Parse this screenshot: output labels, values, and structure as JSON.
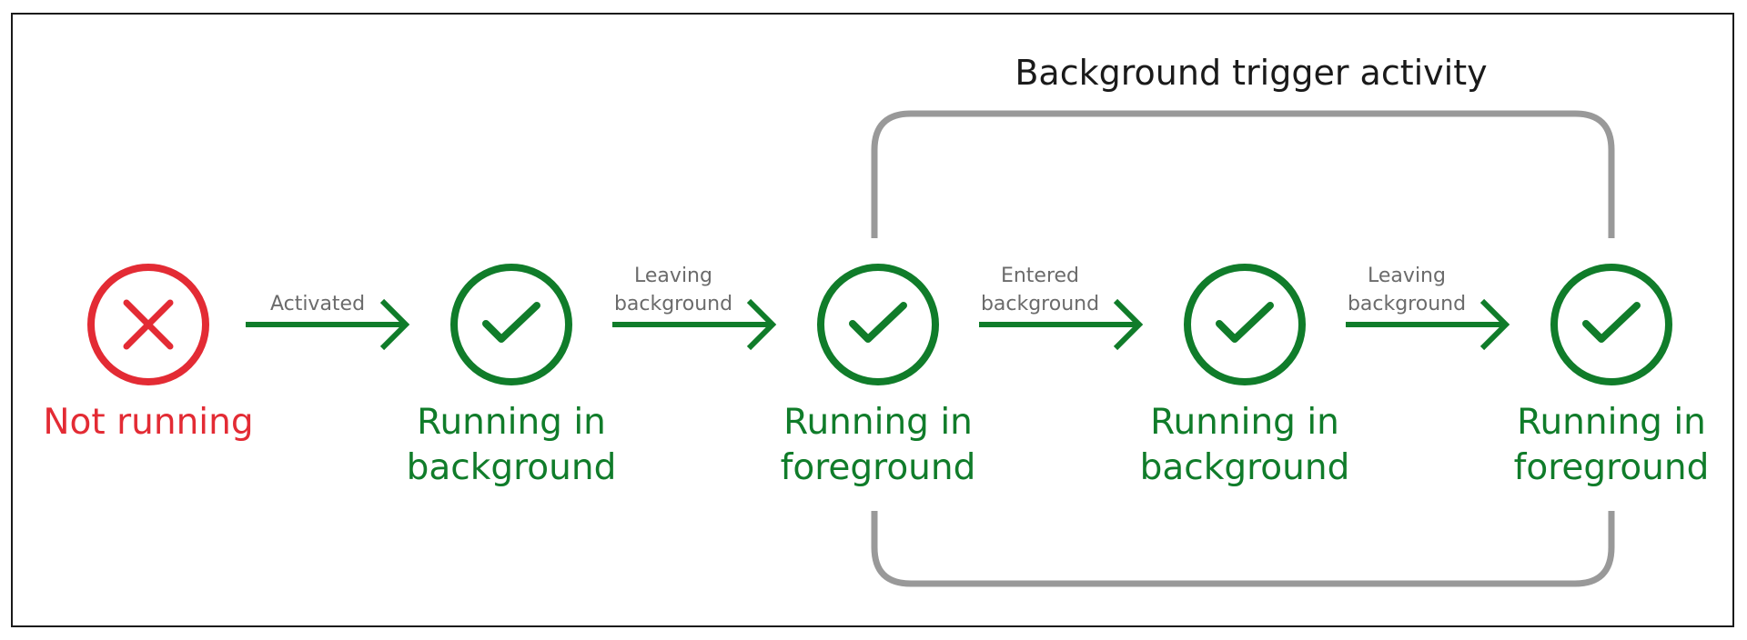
{
  "colors": {
    "green": "#107c2a",
    "red": "#e32b34",
    "bracket": "#999999",
    "arrow_label": "#6b6b6b",
    "border": "#1a1a1a"
  },
  "bracket": {
    "title": "Background trigger activity"
  },
  "states": [
    {
      "id": "not-running",
      "status": "error",
      "icon": "x-icon",
      "line1": "Not running",
      "line2": ""
    },
    {
      "id": "running-bg-1",
      "status": "ok",
      "icon": "check-icon",
      "line1": "Running in",
      "line2": "background"
    },
    {
      "id": "running-fg-1",
      "status": "ok",
      "icon": "check-icon",
      "line1": "Running in",
      "line2": "foreground"
    },
    {
      "id": "running-bg-2",
      "status": "ok",
      "icon": "check-icon",
      "line1": "Running in",
      "line2": "background"
    },
    {
      "id": "running-fg-2",
      "status": "ok",
      "icon": "check-icon",
      "line1": "Running in",
      "line2": "foreground"
    }
  ],
  "transitions": [
    {
      "line1": "Activated",
      "line2": ""
    },
    {
      "line1": "Leaving",
      "line2": "background"
    },
    {
      "line1": "Entered",
      "line2": "background"
    },
    {
      "line1": "Leaving",
      "line2": "background"
    }
  ]
}
